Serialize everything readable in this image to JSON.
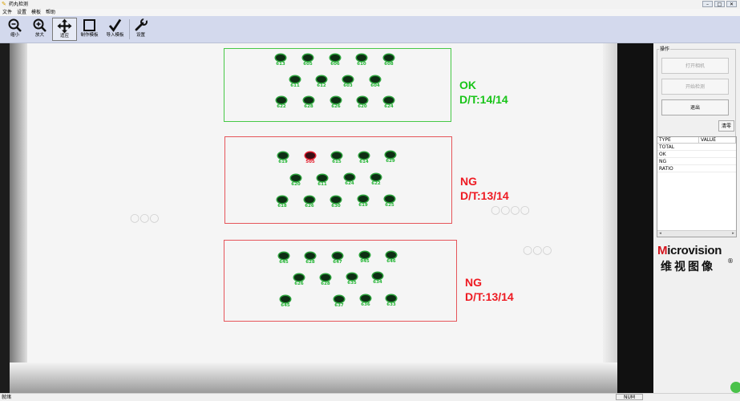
{
  "window": {
    "title": "药丸检测",
    "min": "–",
    "max": "□",
    "close": "✕"
  },
  "menu": [
    "文件",
    "设置",
    "模板",
    "帮助"
  ],
  "toolbar": {
    "items": [
      {
        "label": "缩小",
        "icon": "zoom-out-icon"
      },
      {
        "label": "放大",
        "icon": "zoom-in-icon"
      },
      {
        "label": "适应",
        "icon": "move-icon"
      },
      {
        "label": "制作模板",
        "icon": "square-icon"
      },
      {
        "label": "导入模板",
        "icon": "check-icon"
      },
      {
        "label": "设置",
        "icon": "wrench-icon"
      }
    ]
  },
  "rois": [
    {
      "status": "ok",
      "verdict_1": "OK",
      "verdict_2": "D/T:14/14",
      "holes": [
        {
          "label": "613",
          "ok": true
        },
        {
          "label": "605",
          "ok": true
        },
        {
          "label": "606",
          "ok": true
        },
        {
          "label": "610",
          "ok": true
        },
        {
          "label": "608",
          "ok": true
        },
        {
          "label": "611",
          "ok": true
        },
        {
          "label": "612",
          "ok": true
        },
        {
          "label": "603",
          "ok": true
        },
        {
          "label": "604",
          "ok": true
        },
        {
          "label": "622",
          "ok": true
        },
        {
          "label": "628",
          "ok": true
        },
        {
          "label": "626",
          "ok": true
        },
        {
          "label": "620",
          "ok": true
        },
        {
          "label": "624",
          "ok": true
        }
      ]
    },
    {
      "status": "ng",
      "verdict_1": "NG",
      "verdict_2": "D/T:13/14",
      "holes": [
        {
          "label": "619",
          "ok": true
        },
        {
          "label": "505",
          "ok": false
        },
        {
          "label": "615",
          "ok": true
        },
        {
          "label": "614",
          "ok": true
        },
        {
          "label": "629",
          "ok": true
        },
        {
          "label": "620",
          "ok": true
        },
        {
          "label": "611",
          "ok": true
        },
        {
          "label": "624",
          "ok": true
        },
        {
          "label": "622",
          "ok": true
        },
        {
          "label": "618",
          "ok": true
        },
        {
          "label": "626",
          "ok": true
        },
        {
          "label": "630",
          "ok": true
        },
        {
          "label": "619",
          "ok": true
        },
        {
          "label": "625",
          "ok": true
        }
      ]
    },
    {
      "status": "ng",
      "verdict_1": "NG",
      "verdict_2": "D/T:13/14",
      "holes": [
        {
          "label": "645",
          "ok": true
        },
        {
          "label": "628",
          "ok": true
        },
        {
          "label": "647",
          "ok": true
        },
        {
          "label": "945",
          "ok": true
        },
        {
          "label": "646",
          "ok": true
        },
        {
          "label": "626",
          "ok": true
        },
        {
          "label": "628",
          "ok": true
        },
        {
          "label": "635",
          "ok": true
        },
        {
          "label": "634",
          "ok": true
        },
        {
          "label": "645",
          "ok": true
        },
        {
          "label": "637",
          "ok": true
        },
        {
          "label": "636",
          "ok": true
        },
        {
          "label": "633",
          "ok": true
        }
      ]
    }
  ],
  "panel": {
    "group_title": "操作",
    "open_camera": "打开相机",
    "start_detect": "开始检测",
    "exit": "退出",
    "clear": "清零",
    "table_headers": [
      "TYPE",
      "VALUE"
    ],
    "table_rows": [
      {
        "type": "TOTAL",
        "value": ""
      },
      {
        "type": "OK",
        "value": ""
      },
      {
        "type": "NG",
        "value": ""
      },
      {
        "type": "RATIO",
        "value": ""
      }
    ]
  },
  "logo": {
    "m": "M",
    "text": "icrovision",
    "cn": "维视图像",
    "reg": "®"
  },
  "status": {
    "left": "就绪",
    "num": "NUM"
  },
  "colors": {
    "ok": "#18c418",
    "ng": "#ee1a22",
    "toolbar": "#d3d9ed"
  }
}
